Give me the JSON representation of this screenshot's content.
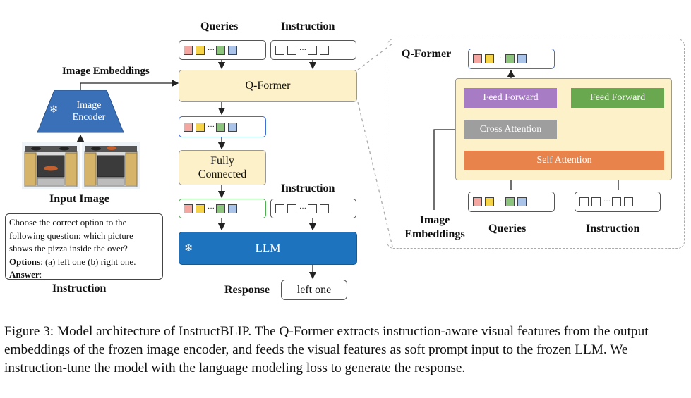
{
  "labels": {
    "queries_top": "Queries",
    "instruction_top": "Instruction",
    "image_embeddings_left": "Image Embeddings",
    "image_encoder": "Image Encoder",
    "qformer_main": "Q-Former",
    "fully_connected": "Fully Connected",
    "instruction_mid": "Instruction",
    "input_image": "Input Image",
    "llm": "LLM",
    "response": "Response",
    "response_value": "left one",
    "instruction_bottom": "Instruction"
  },
  "instruction_text": {
    "line1": "Choose the correct option to the",
    "line2": "following question: which picture",
    "line3": "shows the pizza inside the over?",
    "options_label": "Options",
    "options_text": ": (a) left one (b) right one.",
    "answer_label": "Answer",
    "answer_suffix": ":"
  },
  "qformer_detail": {
    "title": "Q-Former",
    "feed_forward_left": "Feed Forward",
    "feed_forward_right": "Feed Forward",
    "cross_attention": "Cross Attention",
    "self_attention": "Self Attention",
    "image_embeddings_line1": "Image",
    "image_embeddings_line2": "Embeddings",
    "queries": "Queries",
    "instruction": "Instruction"
  },
  "token_colors": [
    "#f4a7a0",
    "#f5d44a",
    "#8cc47e",
    "#a9c4e8"
  ],
  "colors": {
    "encoder_blue": "#3a70b8",
    "llm_blue": "#1e73be",
    "qformer_fill": "#fdf1c9",
    "feed_forward_purple": "#a77cc4",
    "feed_forward_green": "#6aa84f",
    "cross_attention_gray": "#9e9e9e",
    "self_attention_orange": "#e8844b",
    "query_border_blue": "#3d6fd6",
    "llm_input_border_green": "#4caf50"
  },
  "icons": [
    "snowflake-icon",
    "oven-image"
  ],
  "caption": {
    "label": "Figure 3:",
    "text": " Model architecture of InstructBLIP. The Q-Former extracts instruction-aware visual features from the output embeddings of the frozen image encoder, and feeds the visual features as soft prompt input to the frozen LLM. We instruction-tune the model with the language modeling loss to generate the response."
  }
}
